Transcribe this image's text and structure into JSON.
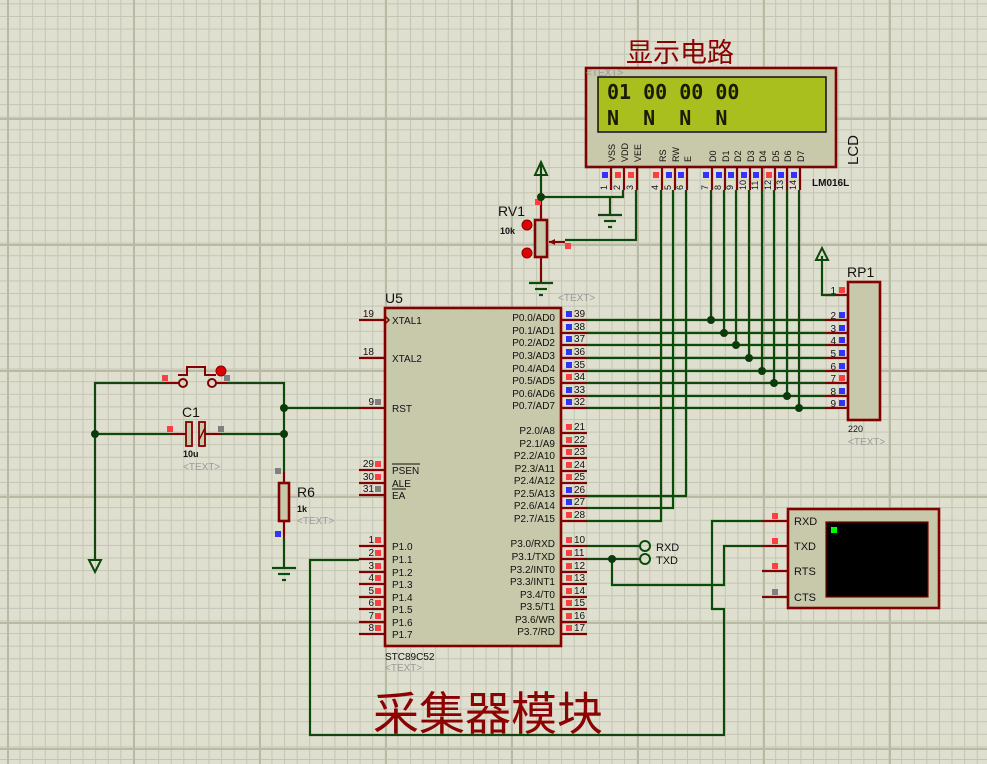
{
  "app": "Proteus ISIS schematic",
  "titles": {
    "display_circuit": "显示电路",
    "collector_module": "采集器模块"
  },
  "placeholder_text": "<TEXT>",
  "lcd": {
    "ref": "LCD",
    "part": "LM016L",
    "line1": "01 00 00 00",
    "line2": "N  N  N  N",
    "pin_names": [
      "VSS",
      "VDD",
      "VEE",
      "RS",
      "RW",
      "E",
      "D0",
      "D1",
      "D2",
      "D3",
      "D4",
      "D5",
      "D6",
      "D7"
    ],
    "pin_numbers": [
      "1",
      "2",
      "3",
      "4",
      "5",
      "6",
      "7",
      "8",
      "9",
      "10",
      "11",
      "12",
      "13",
      "14"
    ],
    "screen_color": "#a8bf1e"
  },
  "rv1": {
    "ref": "RV1",
    "value": "10k"
  },
  "u5": {
    "ref": "U5",
    "part": "STC89C52",
    "left_pins": [
      {
        "num": "19",
        "name": "XTAL1"
      },
      {
        "num": "18",
        "name": "XTAL2"
      },
      {
        "num": "9",
        "name": "RST"
      },
      {
        "num": "29",
        "name": "PSEN"
      },
      {
        "num": "30",
        "name": "ALE"
      },
      {
        "num": "31",
        "name": "EA"
      },
      {
        "num": "1",
        "name": "P1.0"
      },
      {
        "num": "2",
        "name": "P1.1"
      },
      {
        "num": "3",
        "name": "P1.2"
      },
      {
        "num": "4",
        "name": "P1.3"
      },
      {
        "num": "5",
        "name": "P1.4"
      },
      {
        "num": "6",
        "name": "P1.5"
      },
      {
        "num": "7",
        "name": "P1.6"
      },
      {
        "num": "8",
        "name": "P1.7"
      }
    ],
    "right_pins": [
      {
        "num": "39",
        "name": "P0.0/AD0"
      },
      {
        "num": "38",
        "name": "P0.1/AD1"
      },
      {
        "num": "37",
        "name": "P0.2/AD2"
      },
      {
        "num": "36",
        "name": "P0.3/AD3"
      },
      {
        "num": "35",
        "name": "P0.4/AD4"
      },
      {
        "num": "34",
        "name": "P0.5/AD5"
      },
      {
        "num": "33",
        "name": "P0.6/AD6"
      },
      {
        "num": "32",
        "name": "P0.7/AD7"
      },
      {
        "num": "21",
        "name": "P2.0/A8"
      },
      {
        "num": "22",
        "name": "P2.1/A9"
      },
      {
        "num": "23",
        "name": "P2.2/A10"
      },
      {
        "num": "24",
        "name": "P2.3/A11"
      },
      {
        "num": "25",
        "name": "P2.4/A12"
      },
      {
        "num": "26",
        "name": "P2.5/A13"
      },
      {
        "num": "27",
        "name": "P2.6/A14"
      },
      {
        "num": "28",
        "name": "P2.7/A15"
      },
      {
        "num": "10",
        "name": "P3.0/RXD"
      },
      {
        "num": "11",
        "name": "P3.1/TXD"
      },
      {
        "num": "12",
        "name": "P3.2/INT0"
      },
      {
        "num": "13",
        "name": "P3.3/INT1"
      },
      {
        "num": "14",
        "name": "P3.4/T0"
      },
      {
        "num": "15",
        "name": "P3.5/T1"
      },
      {
        "num": "16",
        "name": "P3.6/WR"
      },
      {
        "num": "17",
        "name": "P3.7/RD"
      }
    ]
  },
  "c1": {
    "ref": "C1",
    "value": "10u"
  },
  "r6": {
    "ref": "R6",
    "value": "1k"
  },
  "rp1": {
    "ref": "RP1",
    "value": "220",
    "pins": [
      "1",
      "2",
      "3",
      "4",
      "5",
      "6",
      "7",
      "8",
      "9"
    ]
  },
  "terminals": {
    "rxd": "RXD",
    "txd": "TXD"
  },
  "virtual_terminal": {
    "pins": [
      "RXD",
      "TXD",
      "RTS",
      "CTS"
    ],
    "cursor_color": "#00ff00"
  },
  "colors": {
    "wire": "#0b4a0b",
    "component": "#800000",
    "body": "#c8c8aa",
    "pin_red": "#ff4040",
    "pin_blue": "#3333ff",
    "pin_gray": "#808080"
  }
}
